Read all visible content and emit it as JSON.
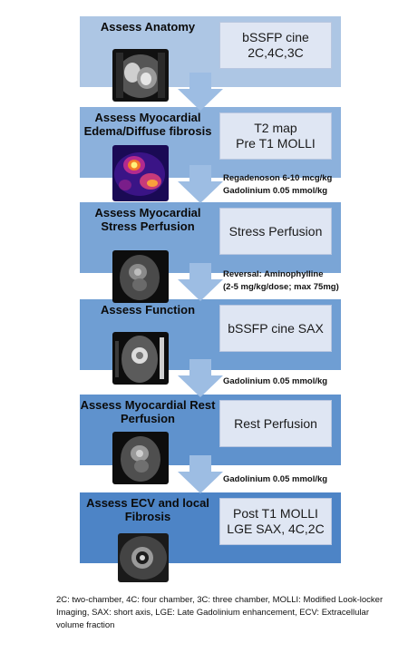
{
  "stages": [
    {
      "title": "Assess Anatomy",
      "method": "bSSFP cine\n2C,4C,3C",
      "color": "#adc6e4"
    },
    {
      "title": "Assess Myocardial Edema/Diffuse fibrosis",
      "method": "T2 map\nPre T1 MOLLI",
      "color": "#8cb1dc"
    },
    {
      "title": "Assess Myocardial Stress Perfusion",
      "method": "Stress Perfusion",
      "color": "#7aa5d6"
    },
    {
      "title": "Assess Function",
      "method": "bSSFP cine SAX",
      "color": "#6f9ed3"
    },
    {
      "title": "Assess Myocardial Rest Perfusion",
      "method": "Rest Perfusion",
      "color": "#5f92cd"
    },
    {
      "title": "Assess ECV and local Fibrosis",
      "method": "Post T1 MOLLI\nLGE SAX, 4C,2C",
      "color": "#4d84c6"
    }
  ],
  "notes": [
    "Regadenoson 6-10 mcg/kg\nGadolinium  0.05 mmol/kg",
    "Reversal: Aminophylline\n(2-5 mg/kg/dose; max 75mg)",
    "Gadolinium 0.05 mmol/kg",
    "Gadolinium 0.05 mmol/kg"
  ],
  "footnote": "2C: two-chamber, 4C: four chamber, 3C: three chamber, MOLLI: Modified Look-locker Imaging, SAX: short axis, LGE: Late Gadolinium enhancement, ECV: Extracellular volume fraction",
  "arrow_color": "#9dbde3"
}
